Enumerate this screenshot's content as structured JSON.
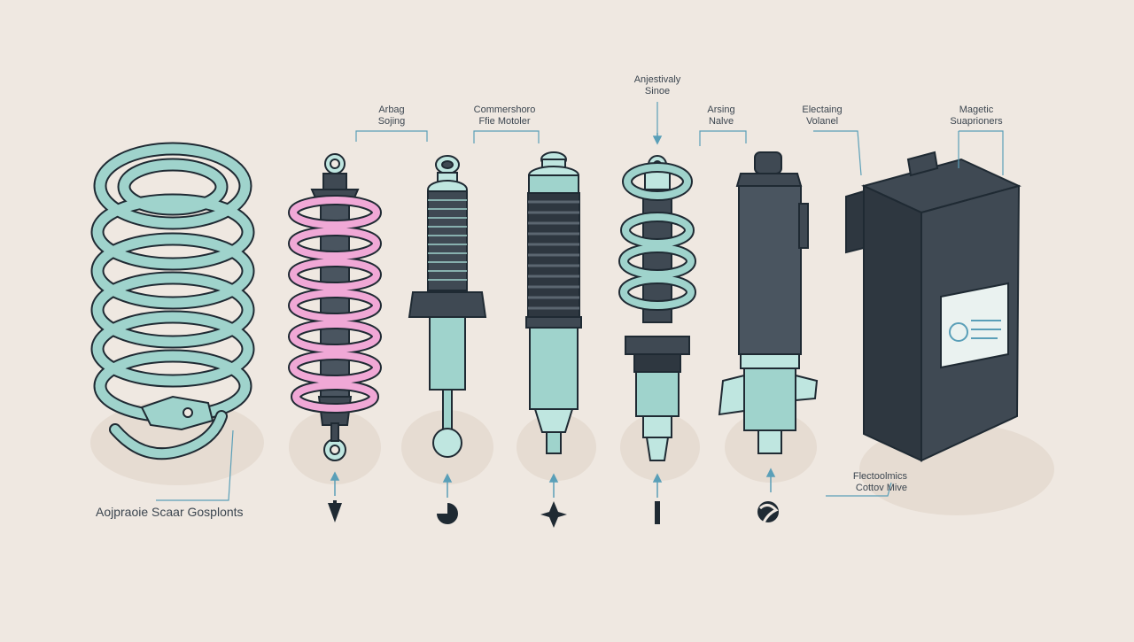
{
  "palette": {
    "background": "#efe8e1",
    "teal": "#9fd3cc",
    "teal_light": "#bfe6e0",
    "pink": "#f0a8d6",
    "dark": "#3f4953",
    "outline": "#1f2a33",
    "leader": "#5a9fb8"
  },
  "labels": {
    "coil": "Aojpraoie Scaar Gosplonts",
    "airbag_1": "Arbag",
    "airbag_2": "Sojing",
    "compressor_1": "Commershoro",
    "compressor_2": "Ffie Motoler",
    "adjustable_1": "Anjestivaly",
    "adjustable_2": "Sinoe",
    "valve_1": "Arsing",
    "valve_2": "Nalve",
    "electric_1": "Electaing",
    "electric_2": "Volanel",
    "magnetic_1": "Magetic",
    "magnetic_2": "Suaprioners",
    "control_1": "Flectoolmics",
    "control_2": "Cottov Mive"
  },
  "components": [
    {
      "id": "coil-spring",
      "icon": "none"
    },
    {
      "id": "airbag-spring-strut",
      "icon": "down-arrow-icon"
    },
    {
      "id": "compressor-shock",
      "icon": "pacman-icon"
    },
    {
      "id": "bellows-strut",
      "icon": "star-icon"
    },
    {
      "id": "adjustable-strut",
      "icon": "bar-icon"
    },
    {
      "id": "electric-actuator",
      "icon": "swirl-icon"
    },
    {
      "id": "magnetic-control-box",
      "icon": "none"
    }
  ]
}
